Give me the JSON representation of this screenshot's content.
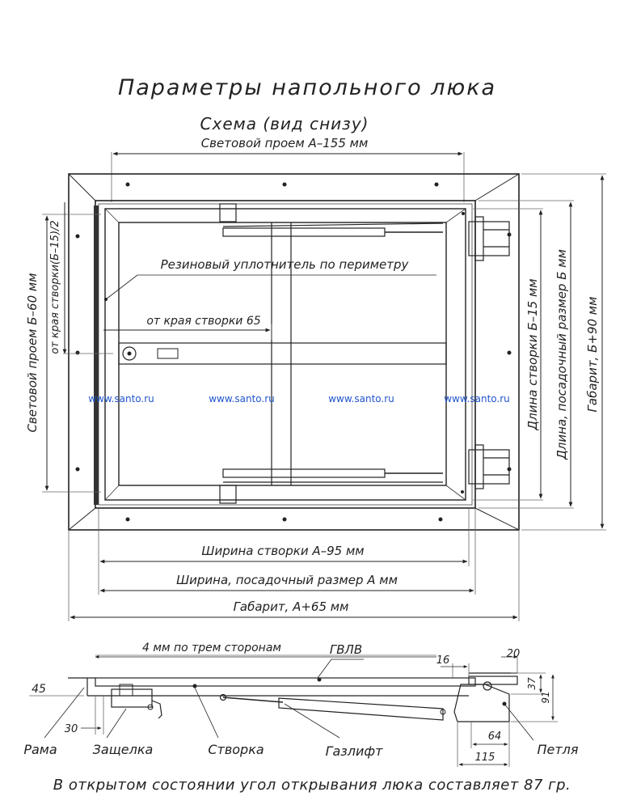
{
  "title": "Параметры напольного люка",
  "subtitle": "Схема (вид снизу)",
  "dimensions": {
    "light_opening_width": "Световой проем А–155 мм",
    "light_opening_length": "Световой проем Б–60 мм",
    "from_leaf_edge_half": "от края створки(Б–15)/2",
    "from_leaf_edge_65": "от края створки 65",
    "rubber_seal": "Резиновый уплотнитель по периметру",
    "leaf_width": "Ширина створки А–95 мм",
    "mount_width": "Ширина, посадочный размер А мм",
    "overall_width": "Габарит, А+65 мм",
    "leaf_length": "Длина створки Б–15 мм",
    "mount_length": "Длина, посадочный размер Б мм",
    "overall_length": "Габарит, Б+90 мм"
  },
  "watermarks": [
    "www.santo.ru",
    "www.santo.ru",
    "www.santo.ru",
    "www.santo.ru"
  ],
  "section": {
    "three_sides": "4 мм по трем сторонам",
    "gvlv": "ГВЛВ",
    "dim_45": "45",
    "dim_30": "30",
    "dim_16": "16",
    "dim_20": "20",
    "dim_37": "37",
    "dim_91": "91",
    "dim_64": "64",
    "dim_115": "115",
    "label_frame": "Рама",
    "label_latch": "Защелка",
    "label_leaf": "Створка",
    "label_gaslift": "Газлифт",
    "label_hinge": "Петля"
  },
  "footer": "В открытом состоянии угол открывания люка составляет 87 гр."
}
